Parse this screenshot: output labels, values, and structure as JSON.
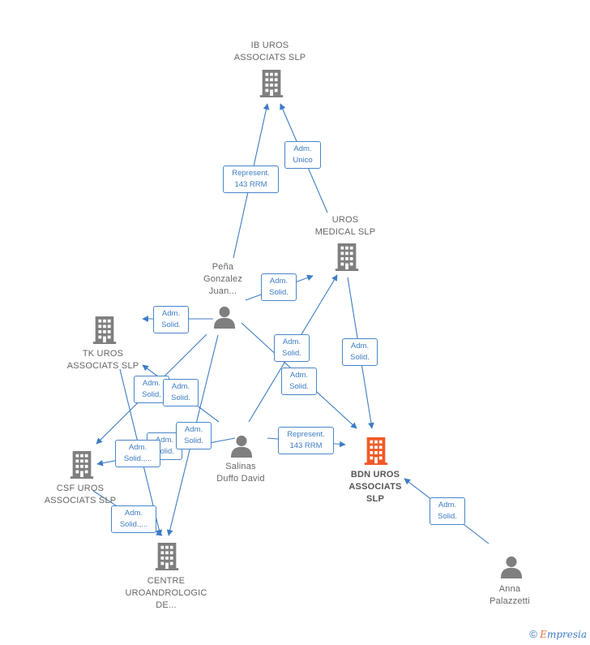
{
  "colors": {
    "edge": "#3d7cc5",
    "company_icon": "#7f7f7f",
    "main_company_icon": "#f05a28",
    "person_icon": "#7f7f7f"
  },
  "nodes": {
    "ib_uros": {
      "label": "IB UROS\nASSOCIATS  SLP",
      "icon": "building-icon"
    },
    "uros_medical": {
      "label": "UROS\nMEDICAL  SLP",
      "icon": "building-icon"
    },
    "pena": {
      "label": "Peña\nGonzalez\nJuan...",
      "icon": "person-icon"
    },
    "tk_uros": {
      "label": "TK UROS\nASSOCIATS  SLP",
      "icon": "building-icon"
    },
    "csf_uros": {
      "label": "CSF UROS\nASSOCIATS SLP",
      "icon": "building-icon"
    },
    "centre": {
      "label": "CENTRE\nUROANDROLOGIC\nDE...",
      "icon": "building-icon"
    },
    "salinas": {
      "label": "Salinas\nDuffo David",
      "icon": "person-icon"
    },
    "bdn_uros": {
      "label": "BDN UROS\nASSOCIATS\nSLP",
      "icon": "building-icon"
    },
    "anna": {
      "label": "Anna\nPalazzetti",
      "icon": "person-icon"
    }
  },
  "edge_labels": {
    "pena_ib": "Represent.\n143 RRM",
    "uros_ib": "Adm.\nUnico",
    "pena_uros": "Adm.\nSolid.",
    "pena_tk": "Adm.\nSolid.",
    "salinas_uros": "Adm.\nSolid.",
    "pena_bdn": "Adm.\nSolid.",
    "uros_bdn": "Adm.\nSolid.",
    "tk_csf": "Adm.\nSolid.",
    "salinas_tk": "Adm.\nSolid.",
    "salinas_csf": "Adm.\nSolid.",
    "pena_centre": "Adm.\nSolid.",
    "csf_centre": "Adm.\nSolid.,...",
    "tk_centre": "Adm.\nSolid.,...",
    "salinas_bdn": "Represent.\n143 RRM",
    "anna_bdn": "Adm.\nSolid."
  },
  "footer": {
    "copyright": "©",
    "brand_first": "E",
    "brand_rest": "mpresia"
  }
}
